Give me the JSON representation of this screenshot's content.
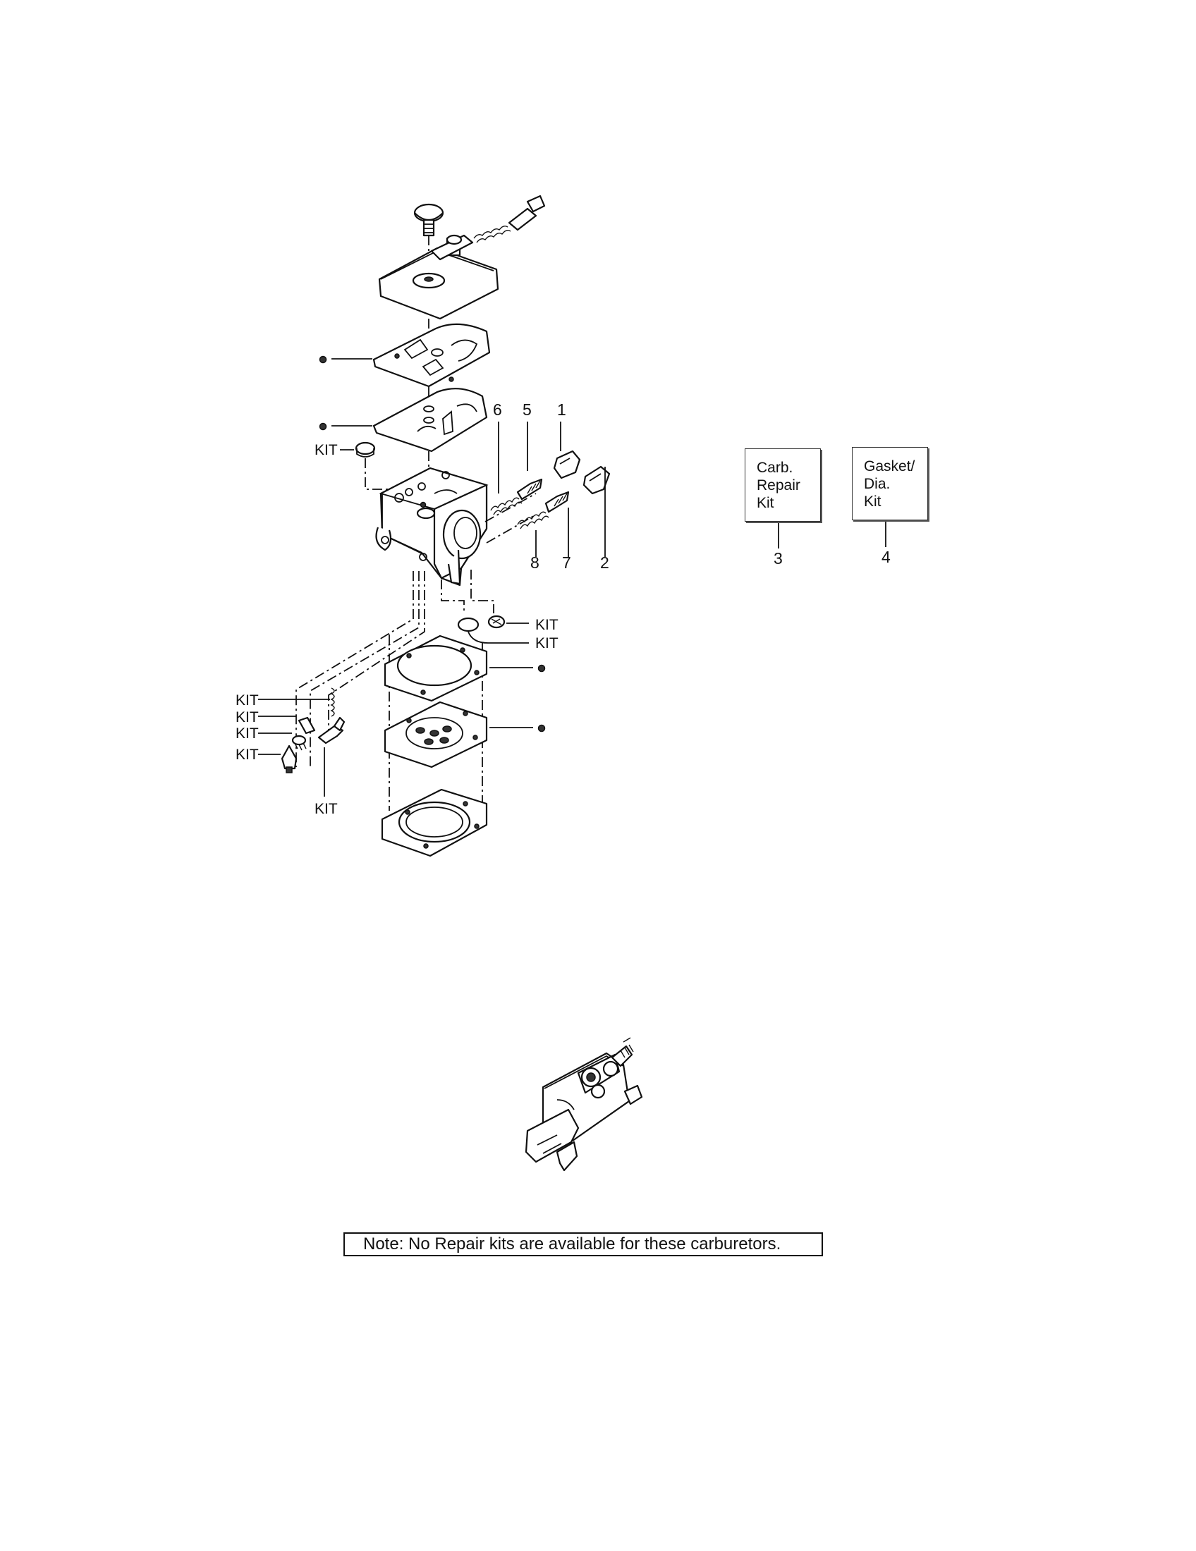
{
  "callouts": {
    "kit": "KIT",
    "n1": "1",
    "n2": "2",
    "n3": "3",
    "n4": "4",
    "n5": "5",
    "n6": "6",
    "n7": "7",
    "n8": "8"
  },
  "kits": {
    "carb_repair": {
      "line1": "Carb.",
      "line2": "Repair",
      "line3": "Kit"
    },
    "gasket_dia": {
      "line1": "Gasket/",
      "line2": "Dia.",
      "line3": "Kit"
    }
  },
  "note": "Note: No Repair kits are available for these carburetors."
}
